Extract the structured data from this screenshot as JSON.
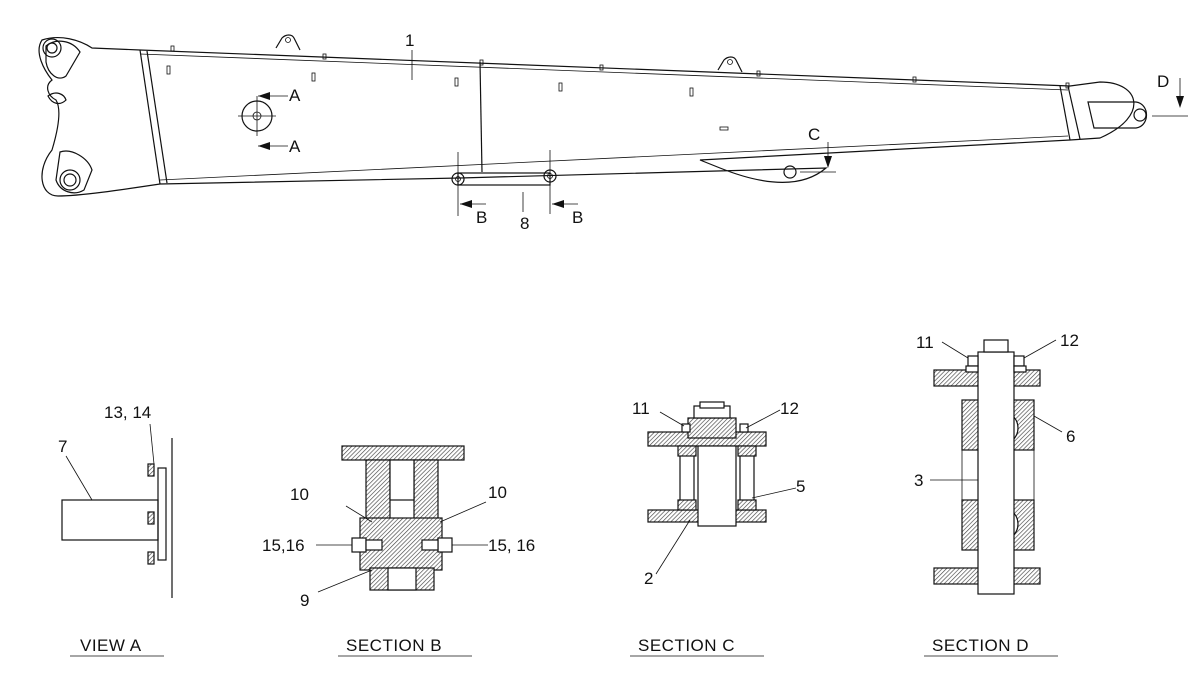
{
  "callouts": {
    "boom_1": "1",
    "view_a_top": "A",
    "view_a_bottom": "A",
    "section_b_left": "B",
    "section_b_right": "B",
    "item_8": "8",
    "section_c": "C",
    "section_d": "D",
    "view_a_13_14": "13, 14",
    "view_a_7": "7",
    "sec_b_10_left": "10",
    "sec_b_10_right": "10",
    "sec_b_15_16_left": "15,16",
    "sec_b_15_16_right": "15, 16",
    "sec_b_9": "9",
    "sec_c_11": "11",
    "sec_c_12": "12",
    "sec_c_5": "5",
    "sec_c_2": "2",
    "sec_d_11": "11",
    "sec_d_12": "12",
    "sec_d_6": "6",
    "sec_d_3": "3"
  },
  "captions": {
    "view_a": "VIEW  A",
    "section_b": "SECTION  B",
    "section_c": "SECTION  C",
    "section_d": "SECTION  D"
  }
}
